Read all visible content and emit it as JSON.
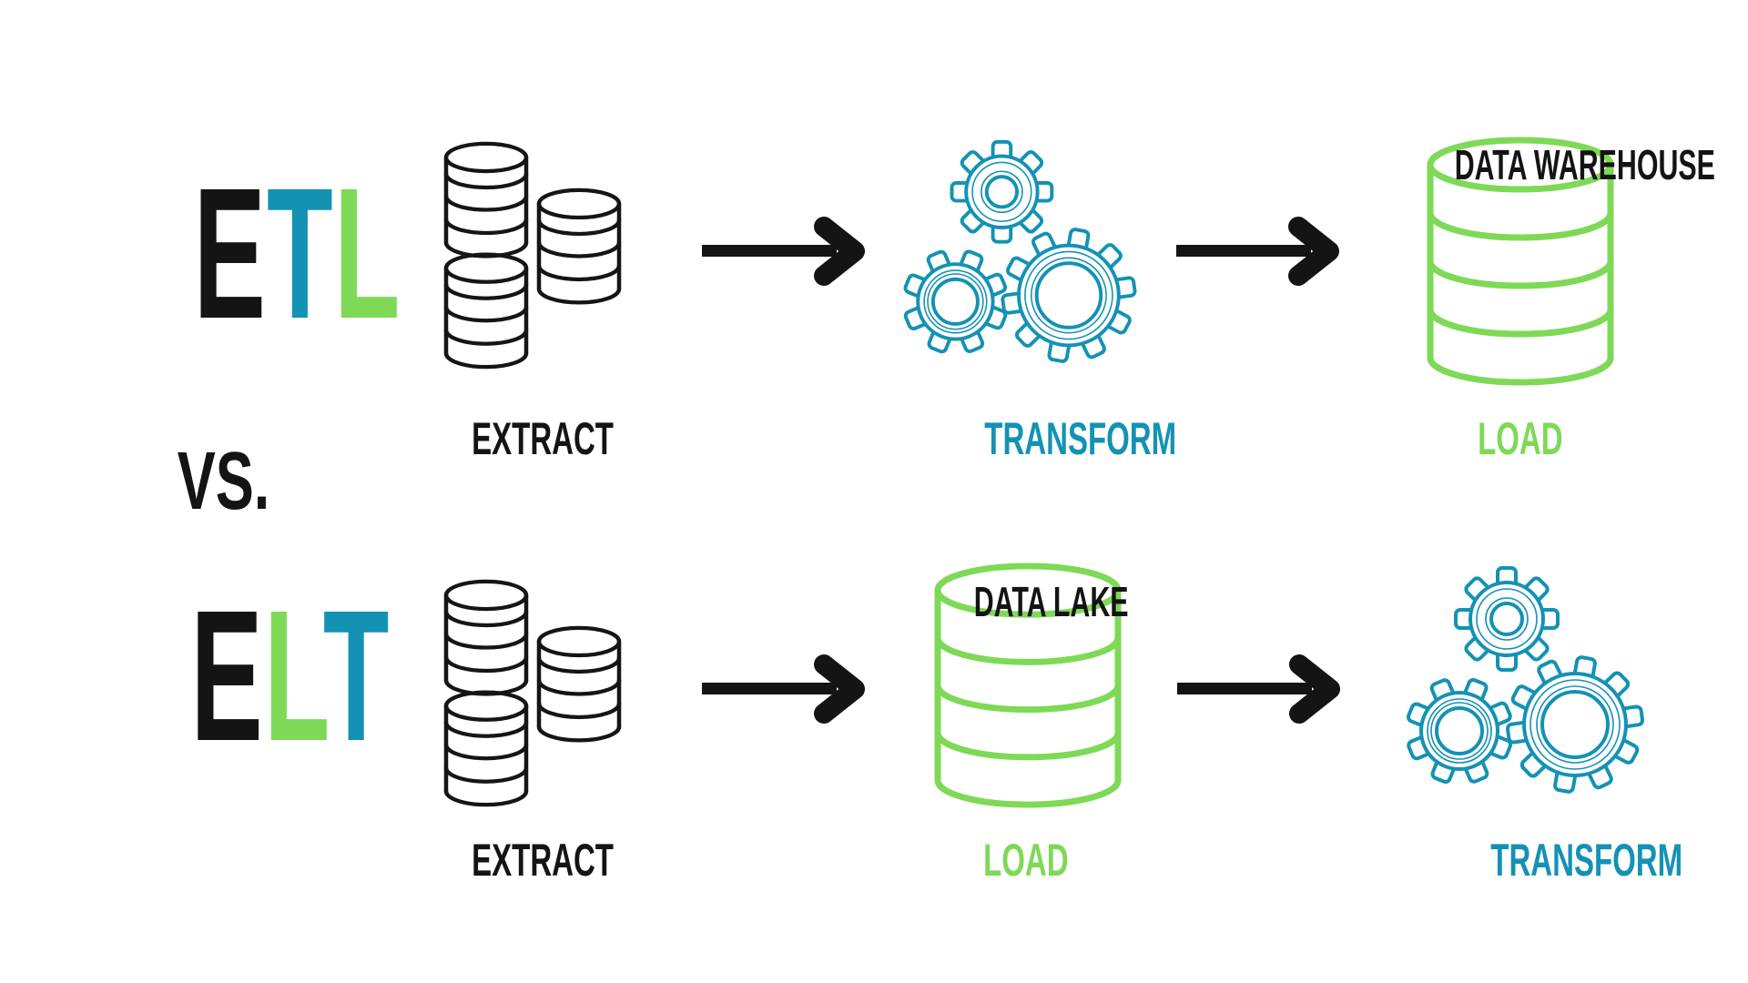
{
  "colors": {
    "teal": "#1492b4",
    "green": "#7ed957",
    "black": "#141414",
    "background": "#ffffff"
  },
  "headline": {
    "etl": [
      "E",
      "T",
      "L"
    ],
    "vs": "VS.",
    "elt": [
      "E",
      "L",
      "T"
    ]
  },
  "etl_row": {
    "extract_label": "EXTRACT",
    "transform_label": "TRANSFORM",
    "load_label": "LOAD",
    "warehouse_title": "DATA WAREHOUSE"
  },
  "elt_row": {
    "extract_label": "EXTRACT",
    "load_label": "LOAD",
    "transform_label": "TRANSFORM",
    "lake_title": "DATA LAKE"
  },
  "icons": {
    "source_databases": "database-cluster-icon",
    "transform": "gears-icon",
    "warehouse": "database-cylinder-icon",
    "lake": "database-cylinder-icon",
    "flow": "arrow-right-icon"
  }
}
